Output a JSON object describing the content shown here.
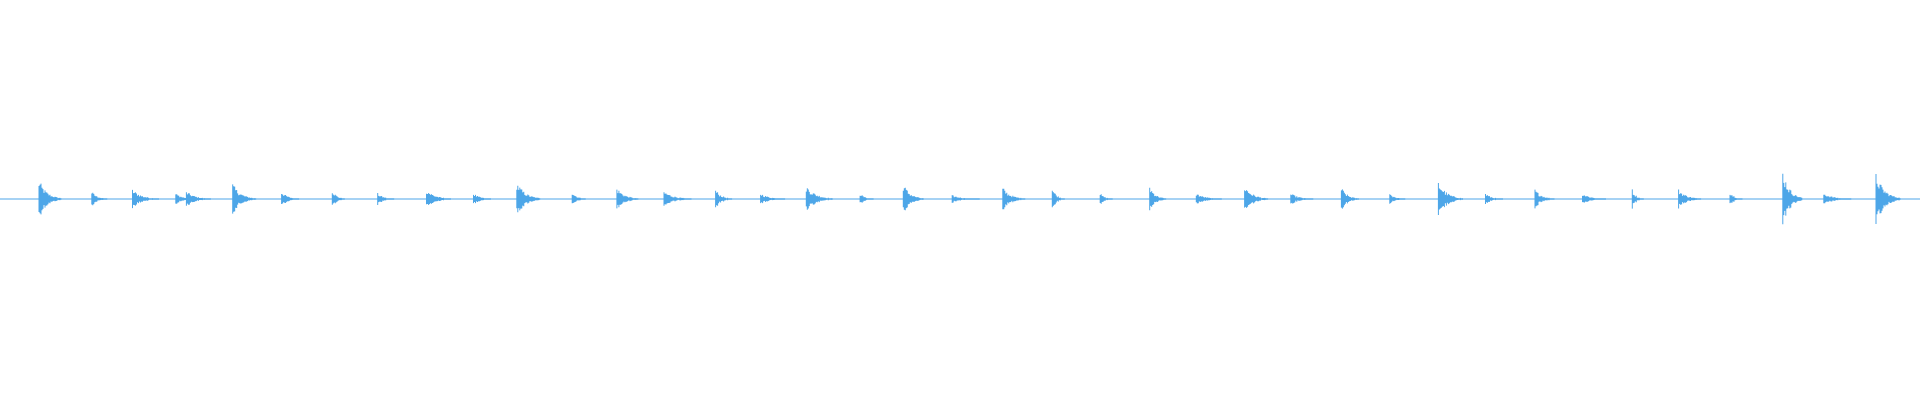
{
  "waveform": {
    "color": "#4da6e8",
    "background": "#ffffff",
    "bursts": [
      {
        "t": 0.022,
        "amp": 0.1
      },
      {
        "t": 0.049,
        "amp": 0.04
      },
      {
        "t": 0.071,
        "amp": 0.05
      },
      {
        "t": 0.093,
        "amp": 0.03
      },
      {
        "t": 0.099,
        "amp": 0.04
      },
      {
        "t": 0.123,
        "amp": 0.08
      },
      {
        "t": 0.148,
        "amp": 0.04
      },
      {
        "t": 0.174,
        "amp": 0.05
      },
      {
        "t": 0.198,
        "amp": 0.03
      },
      {
        "t": 0.224,
        "amp": 0.05
      },
      {
        "t": 0.248,
        "amp": 0.03
      },
      {
        "t": 0.271,
        "amp": 0.09
      },
      {
        "t": 0.299,
        "amp": 0.04
      },
      {
        "t": 0.323,
        "amp": 0.06
      },
      {
        "t": 0.348,
        "amp": 0.04
      },
      {
        "t": 0.374,
        "amp": 0.05
      },
      {
        "t": 0.398,
        "amp": 0.03
      },
      {
        "t": 0.422,
        "amp": 0.07
      },
      {
        "t": 0.449,
        "amp": 0.03
      },
      {
        "t": 0.472,
        "amp": 0.08
      },
      {
        "t": 0.498,
        "amp": 0.02
      },
      {
        "t": 0.524,
        "amp": 0.06
      },
      {
        "t": 0.549,
        "amp": 0.06
      },
      {
        "t": 0.574,
        "amp": 0.03
      },
      {
        "t": 0.6,
        "amp": 0.07
      },
      {
        "t": 0.625,
        "amp": 0.03
      },
      {
        "t": 0.65,
        "amp": 0.07
      },
      {
        "t": 0.674,
        "amp": 0.03
      },
      {
        "t": 0.7,
        "amp": 0.06
      },
      {
        "t": 0.725,
        "amp": 0.03
      },
      {
        "t": 0.751,
        "amp": 0.09
      },
      {
        "t": 0.775,
        "amp": 0.03
      },
      {
        "t": 0.801,
        "amp": 0.05
      },
      {
        "t": 0.826,
        "amp": 0.03
      },
      {
        "t": 0.851,
        "amp": 0.05
      },
      {
        "t": 0.876,
        "amp": 0.05
      },
      {
        "t": 0.902,
        "amp": 0.04
      },
      {
        "t": 0.93,
        "amp": 0.15
      },
      {
        "t": 0.952,
        "amp": 0.03
      },
      {
        "t": 0.979,
        "amp": 0.13
      }
    ]
  }
}
